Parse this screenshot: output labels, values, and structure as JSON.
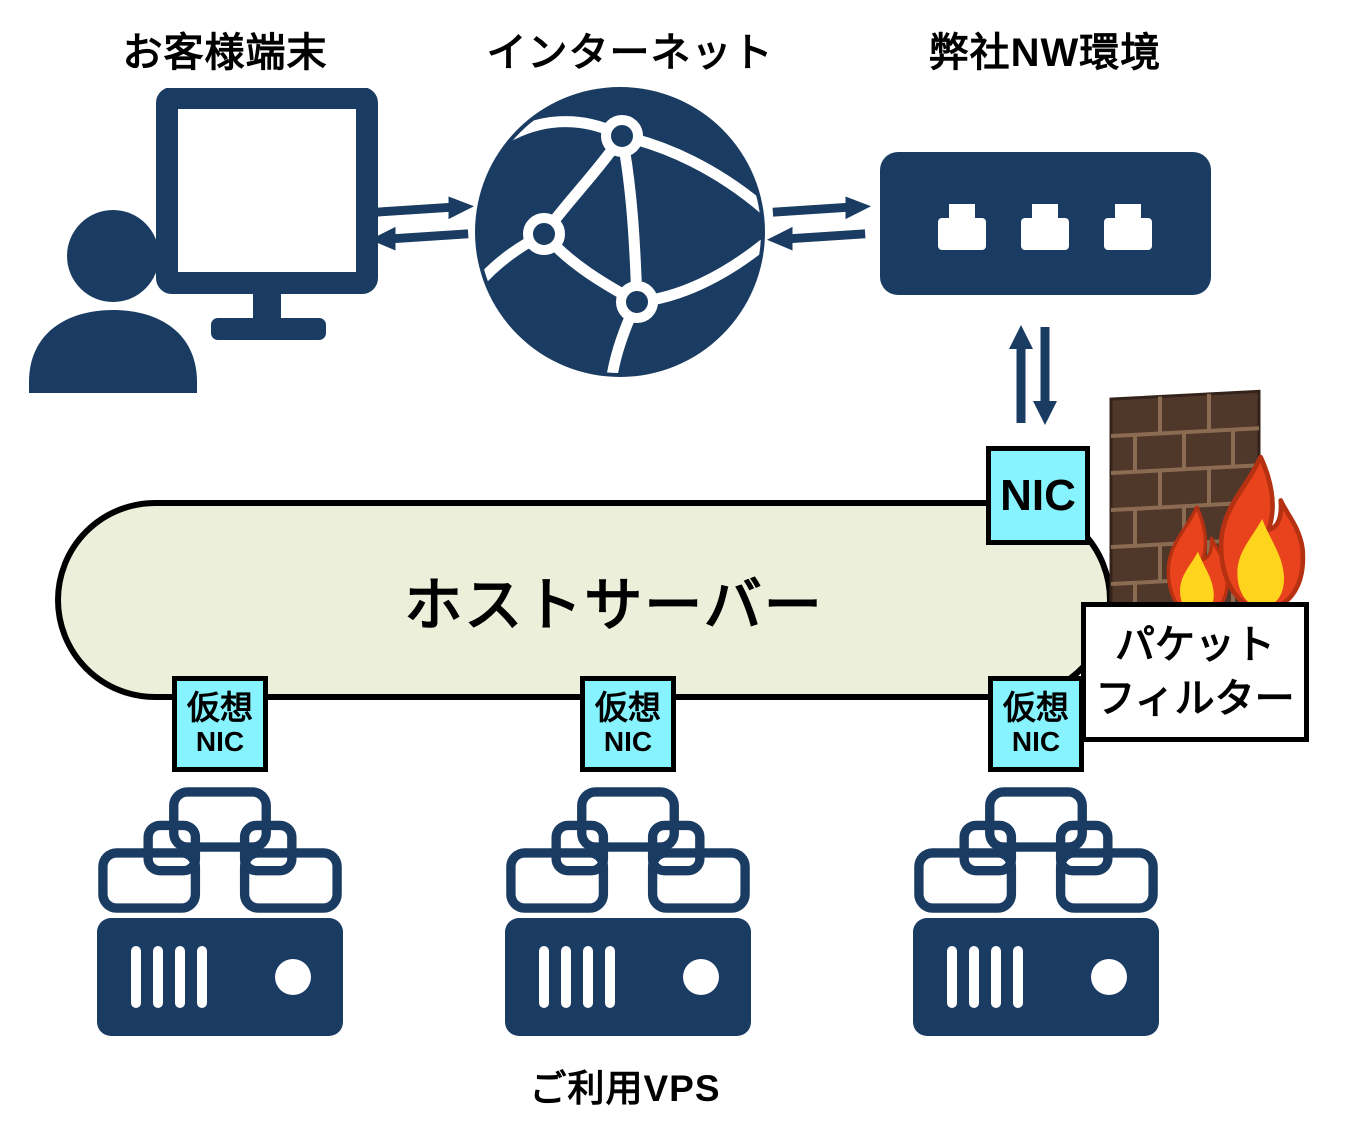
{
  "diagram": {
    "top_labels": {
      "customer_terminal": "お客様端末",
      "internet": "インターネット",
      "company_network": "弊社NW環境"
    },
    "host_server": {
      "label": "ホストサーバー"
    },
    "nic": {
      "label": "NIC"
    },
    "packet_filter": {
      "line1": "パケット",
      "line2": "フィルター"
    },
    "virtual_nics": [
      {
        "line1": "仮想",
        "line2": "NIC"
      },
      {
        "line1": "仮想",
        "line2": "NIC"
      },
      {
        "line1": "仮想",
        "line2": "NIC"
      }
    ],
    "bottom_label": "ご利用VPS"
  },
  "icons": {
    "customer_terminal": "person-at-monitor-icon",
    "internet": "globe-network-icon",
    "company_network": "network-switch-icon",
    "nic_to_switch": "vertical-double-arrow-icon",
    "terminal_to_internet": "horizontal-double-arrow-icon",
    "internet_to_switch": "horizontal-double-arrow-icon",
    "firewall": "brick-wall-with-flames-icon",
    "vps_network": "linked-nodes-icon",
    "vps_server": "server-box-icon"
  },
  "colors": {
    "navy": "#1a3c63",
    "cyan": "#86f3ff",
    "host_fill": "#ecefda",
    "brick": "#4f372a",
    "mortar": "#8b6b52",
    "flame_red": "#e8431c",
    "flame_dark": "#b53111",
    "flame_yellow": "#ffd41c"
  }
}
